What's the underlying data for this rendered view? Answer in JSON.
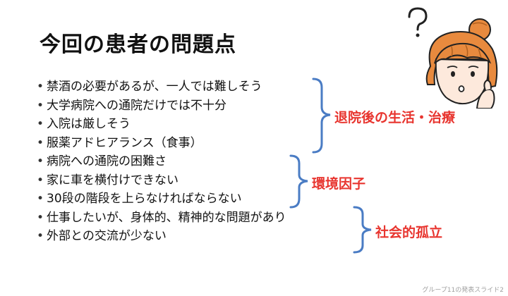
{
  "title": "今回の患者の問題点",
  "bullets": [
    "禁酒の必要があるが、一人では難しそう",
    "大学病院への通院だけでは不十分",
    "入院は厳しそう",
    "服薬アドヒアランス（食事）",
    "病院への通院の困難さ",
    "家に車を横付けできない",
    "30段の階段を上らなければならない",
    "仕事したいが、身体的、精神的な問題があり",
    "外部との交流が少ない"
  ],
  "groups": [
    {
      "label": "退院後の生活・治療"
    },
    {
      "label": "環境因子"
    },
    {
      "label": "社会的孤立"
    }
  ],
  "colors": {
    "bracket": "#4a7cc4",
    "label": "#e8352f"
  },
  "illustration": {
    "icon": "question-mark-icon"
  },
  "footer": "グループ11の発表スライド2"
}
